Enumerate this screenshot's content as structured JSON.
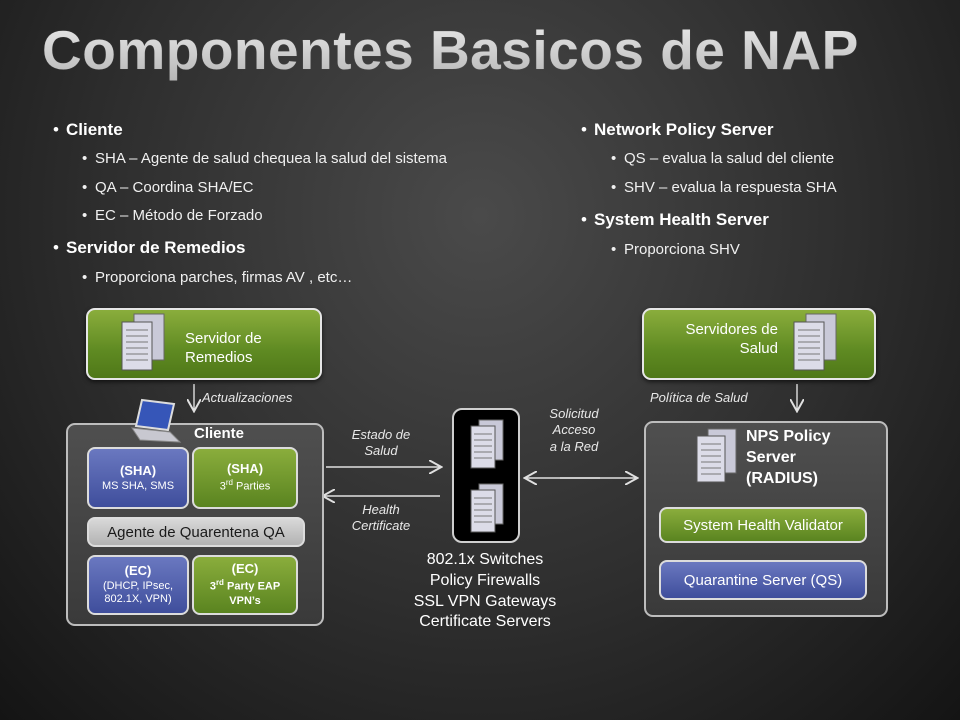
{
  "title": "Componentes Basicos de NAP",
  "left_bullets": [
    {
      "level": 1,
      "text": "Cliente"
    },
    {
      "level": 2,
      "text": "SHA – Agente de salud chequea  la salud del sistema"
    },
    {
      "level": 2,
      "text": "QA – Coordina SHA/EC"
    },
    {
      "level": 2,
      "text": "EC – Método de Forzado"
    },
    {
      "level": 1,
      "text": "Servidor de Remedios"
    },
    {
      "level": 2,
      "text": "Proporciona parches, firmas AV , etc…"
    }
  ],
  "right_bullets": [
    {
      "level": 1,
      "text": "Network Policy Server"
    },
    {
      "level": 2,
      "text": "QS – evalua la salud del cliente"
    },
    {
      "level": 2,
      "text": "SHV – evalua la respuesta SHA"
    },
    {
      "level": 1,
      "text": "System Health Server"
    },
    {
      "level": 2,
      "text": "Proporciona SHV"
    }
  ],
  "remediation_box": {
    "line1": "Servidor de",
    "line2": "Remedios"
  },
  "health_box": {
    "line1": "Servidores de",
    "line2": "Salud"
  },
  "labels": {
    "actualizaciones": "Actualizaciones",
    "politica": "Política de Salud",
    "estado1": "Estado de",
    "estado2": "Salud",
    "health1": "Health",
    "health2": "Certificate",
    "solicitud1": "Solicitud",
    "solicitud2": "Acceso",
    "solicitud3": "a la Red"
  },
  "client": {
    "title": "Cliente",
    "sha1_title": "(SHA)",
    "sha1_sub": "MS SHA, SMS",
    "sha2_title": "(SHA)",
    "sha2_sub_pre": "3",
    "sha2_sup": "rd",
    "sha2_sub_post": " Parties",
    "qa": "Agente de Quarentena QA",
    "ec1_title": "(EC)",
    "ec1_sub1": "(DHCP, IPsec,",
    "ec1_sub2": "802.1X, VPN)",
    "ec2_title": "(EC)",
    "ec2_sub_pre": "3",
    "ec2_sup": "rd",
    "ec2_sub_post": " Party EAP",
    "ec2_sub2": "VPN’s"
  },
  "nps": {
    "line1": "NPS Policy",
    "line2": "Server",
    "line3": "(RADIUS)",
    "shv": "System Health Validator",
    "qs": "Quarantine Server (QS)"
  },
  "access_devices": [
    "802.1x Switches",
    "Policy Firewalls",
    "SSL VPN Gateways",
    "Certificate Servers"
  ],
  "icons": [
    "server-icon",
    "laptop-icon",
    "arrow-icon"
  ]
}
